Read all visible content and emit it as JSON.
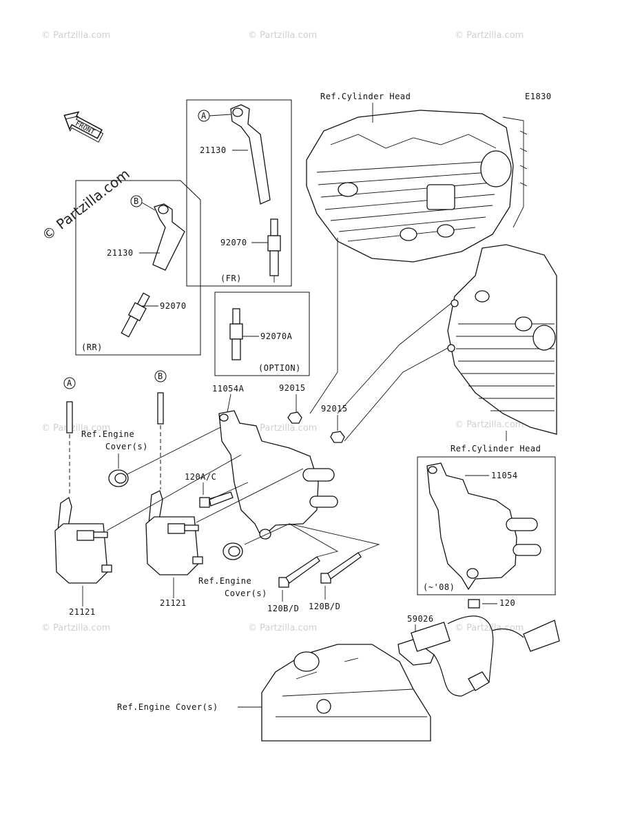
{
  "watermarks": {
    "text": "© Partzilla.com",
    "diagonal_text": "© Partzilla.com"
  },
  "header": {
    "code": "E1830",
    "front_arrow": "FRONT"
  },
  "references": {
    "cylinder_head_top": "Ref.Cylinder Head",
    "cylinder_head_right": "Ref.Cylinder Head",
    "engine_cover_left_1": "Ref.Engine",
    "engine_cover_left_2": "Cover(s)",
    "engine_cover_mid_1": "Ref.Engine",
    "engine_cover_mid_2": "Cover(s)",
    "engine_cover_bottom": "Ref.Engine Cover(s)"
  },
  "callouts": {
    "circle_a": "A",
    "circle_b": "B",
    "fr_box": {
      "cap": "21130",
      "plug": "92070",
      "tag": "(FR)"
    },
    "rr_box": {
      "cap": "21130",
      "plug": "92070",
      "tag": "(RR)"
    },
    "option_box": {
      "plug": "92070A",
      "tag": "(OPTION)"
    },
    "bracket_a": "11054A",
    "nut_1": "92015",
    "nut_2": "92015",
    "bolt_ac": "120A/C",
    "bolt_bd_1": "120B/D",
    "bolt_bd_2": "120B/D",
    "coil_1": "21121",
    "coil_2": "21121",
    "inset": {
      "bracket": "11054",
      "tag": "(~'08)"
    },
    "sensor": "59026",
    "sensor_bolt": "120",
    "lead_a": "A",
    "lead_b": "B"
  }
}
